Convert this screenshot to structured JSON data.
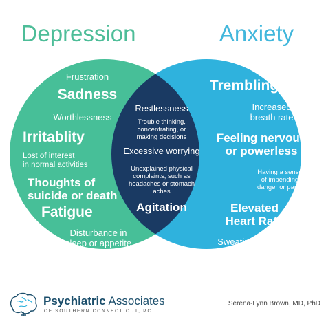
{
  "titles": {
    "left": "Depression",
    "right": "Anxiety"
  },
  "colors": {
    "depression": "#47bf98",
    "anxiety": "#2fb2dd",
    "overlap": "#1a3a63",
    "brand": "#1c4f6c"
  },
  "depression_items": [
    "Frustration",
    "Sadness",
    "Worthlessness",
    "Irritablity",
    "Lost of interest\nin normal activities",
    "Thoughts of\nsuicide or death",
    "Fatigue",
    "Disturbance in\nsleep or appetite"
  ],
  "overlap_items": [
    "Restlessness",
    "Trouble thinking,\nconcentrating, or\nmaking decisions",
    "Excessive worrying",
    "Unexplained physical\ncomplaints, such as\nheadaches or stomach\naches",
    "Agitation"
  ],
  "anxiety_items": [
    "Trembling",
    "Increased\nbreath rate",
    "Feeling nervous\nor powerless",
    "Having a sense\nof impending\ndanger or panic",
    "Elevated\nHeart Rate",
    "Sweating"
  ],
  "footer": {
    "brand_bold": "Psychiatric",
    "brand_regular": " Associates",
    "brand_sub": "OF SOUTHERN CONNECTICUT, PC",
    "author": "Serena-Lynn Brown, MD, PhD",
    "logo_icon": "brain-icon"
  }
}
